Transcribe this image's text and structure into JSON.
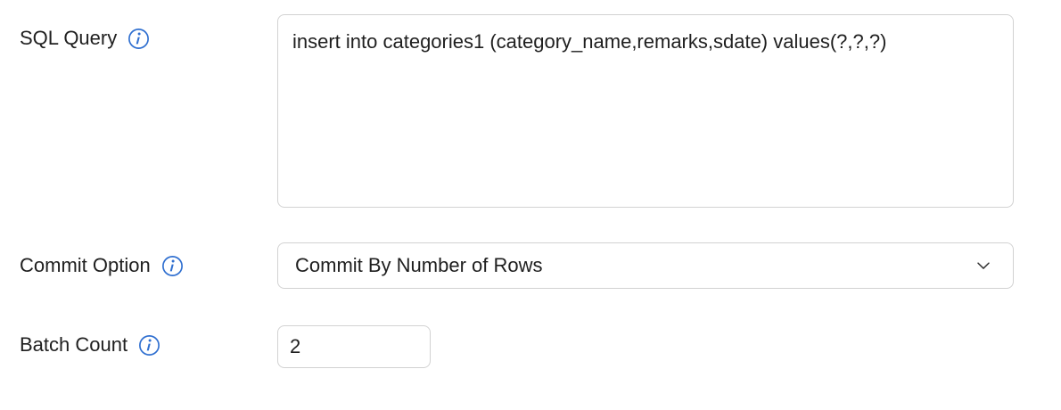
{
  "theme": {
    "background": "#ffffff",
    "label_color": "#1f1f1f",
    "field_border": "#d2d2d2",
    "info_icon_color": "#2f6fd0",
    "chevron_color": "#333333"
  },
  "form": {
    "rows": [
      {
        "label": "SQL Query",
        "info_icon": "info-circle-icon",
        "control": "textarea",
        "value": "insert into categories1 (category_name,remarks,sdate) values(?,?,?)"
      },
      {
        "label": "Commit Option",
        "info_icon": "info-circle-icon",
        "control": "select",
        "value": "Commit By Number of Rows",
        "dropdown_icon": "chevron-down-icon"
      },
      {
        "label": "Batch Count",
        "info_icon": "info-circle-icon",
        "control": "text-input",
        "value": "2"
      }
    ]
  }
}
